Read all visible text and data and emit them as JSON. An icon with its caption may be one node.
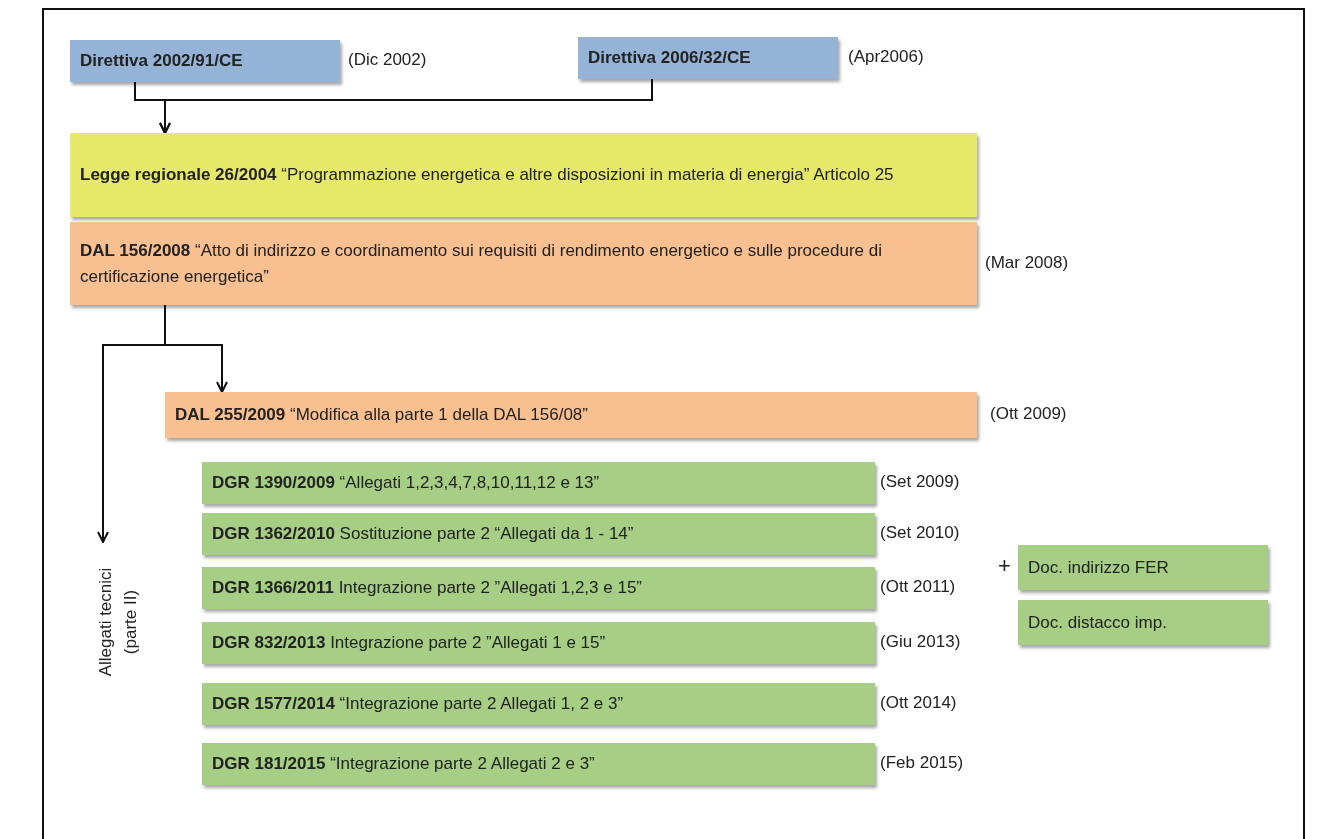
{
  "diagram": {
    "nodes": [
      {
        "text": [
          "**Direttiva 2002/91/CE**"
        ],
        "beside": [
          "(Dic 2002)"
        ]
      },
      {
        "text": [
          "**Direttiva 2006/32/CE**"
        ],
        "beside": [
          "(Apr2006)"
        ]
      },
      {
        "text": [
          "**Legge regionale 26/2004** “Programmazione energetica e altre disposizioni in materia di energia” Articolo 25"
        ]
      },
      {
        "text": [
          "**DAL  156/2008** “Atto di indirizzo e coordinamento sui requisiti di rendimento energetico e sulle procedure di certificazione energetica”"
        ],
        "beside": [
          "(Mar 2008)"
        ]
      },
      {
        "text": [
          "**DAL 255/2009** “Modifica alla parte 1 della DAL 156/08”"
        ],
        "beside": [
          "(Ott 2009)"
        ]
      },
      {
        "text": [
          "Allegati tecnici (parte II)"
        ]
      },
      {
        "text": [
          "**DGR 1390/2009** “Allegati 1,2,3,4,7,8,10,11,12 e 13”"
        ],
        "beside": [
          "(Set  2009)"
        ]
      },
      {
        "text": [
          "**DGR 1362/2010** Sostituzione parte 2 “Allegati da 1 - 14”"
        ],
        "beside": [
          "(Set  2010)"
        ]
      },
      {
        "text": [
          "**DGR 1366/2011** Integrazione parte 2 ”Allegati 1,2,3 e 15”"
        ],
        "beside": [
          "(Ott  2011)"
        ]
      },
      {
        "text": [
          "**DGR 832/2013** Integrazione parte 2 ”Allegati 1 e 15”"
        ],
        "beside": [
          "(Giu  2013)"
        ]
      },
      {
        "text": [
          "**DGR 1577/2014** “Integrazione parte 2 Allegati 1, 2 e 3”"
        ],
        "beside": [
          "(Ott  2014)"
        ]
      },
      {
        "text": [
          "**DGR 181/2015** “Integrazione parte 2 Allegati 2 e 3”"
        ],
        "beside": [
          "(Feb  2015)"
        ]
      },
      {
        "text": [
          "Doc. indirizzo FER"
        ]
      },
      {
        "text": [
          "Doc. distacco imp."
        ]
      }
    ],
    "edges": [
      {
        "from": 0,
        "to": 2,
        "arrow": "to"
      },
      {
        "from": 1,
        "to": 2,
        "arrow": "to"
      },
      {
        "from": 3,
        "to": 4,
        "arrow": "to"
      },
      {
        "from": 3,
        "to": 5,
        "arrow": "to"
      }
    ],
    "labels": [
      "+"
    ]
  }
}
